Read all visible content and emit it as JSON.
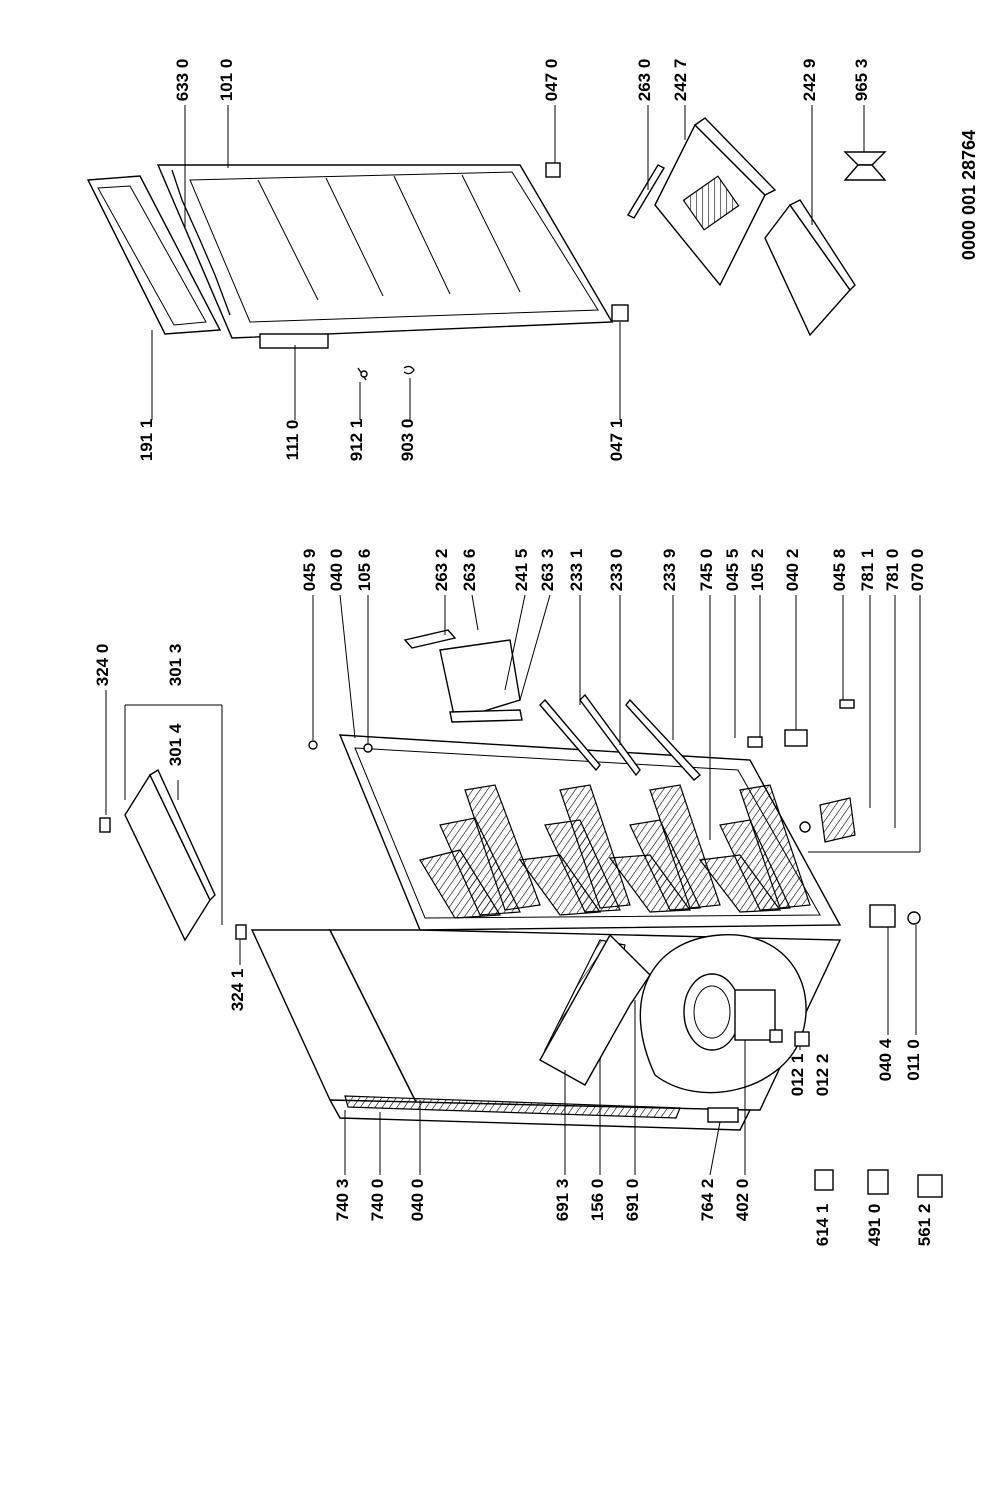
{
  "diagram": {
    "document_code": "0000 001 28764",
    "upper_labels": [
      {
        "id": "p6330",
        "text": "633 0"
      },
      {
        "id": "p1010",
        "text": "101 0"
      },
      {
        "id": "p1911",
        "text": "191 1"
      },
      {
        "id": "p1110",
        "text": "111 0"
      },
      {
        "id": "p9121",
        "text": "912 1"
      },
      {
        "id": "p9030",
        "text": "903 0"
      },
      {
        "id": "p0470",
        "text": "047 0"
      },
      {
        "id": "p0471",
        "text": "047 1"
      },
      {
        "id": "p2630",
        "text": "263 0"
      },
      {
        "id": "p2427",
        "text": "242 7"
      },
      {
        "id": "p2429",
        "text": "242 9"
      },
      {
        "id": "p9653",
        "text": "965 3"
      }
    ],
    "lower_labels": [
      {
        "id": "p3240",
        "text": "324 0"
      },
      {
        "id": "p3013",
        "text": "301 3"
      },
      {
        "id": "p3014",
        "text": "301 4"
      },
      {
        "id": "p3241",
        "text": "324 1"
      },
      {
        "id": "p0459",
        "text": "045 9"
      },
      {
        "id": "p0400a",
        "text": "040 0"
      },
      {
        "id": "p1056",
        "text": "105 6"
      },
      {
        "id": "p2632",
        "text": "263 2"
      },
      {
        "id": "p2636",
        "text": "263 6"
      },
      {
        "id": "p2415",
        "text": "241 5"
      },
      {
        "id": "p2633",
        "text": "263 3"
      },
      {
        "id": "p2331",
        "text": "233 1"
      },
      {
        "id": "p2330",
        "text": "233 0"
      },
      {
        "id": "p2339",
        "text": "233 9"
      },
      {
        "id": "p7450",
        "text": "745 0"
      },
      {
        "id": "p0455",
        "text": "045 5"
      },
      {
        "id": "p1052",
        "text": "105 2"
      },
      {
        "id": "p0402",
        "text": "040 2"
      },
      {
        "id": "p0458",
        "text": "045 8"
      },
      {
        "id": "p7811",
        "text": "781 1"
      },
      {
        "id": "p7810",
        "text": "781 0"
      },
      {
        "id": "p0700",
        "text": "070 0"
      },
      {
        "id": "p7403",
        "text": "740 3"
      },
      {
        "id": "p7400",
        "text": "740 0"
      },
      {
        "id": "p0400b",
        "text": "040 0"
      },
      {
        "id": "p6913",
        "text": "691 3"
      },
      {
        "id": "p1560",
        "text": "156 0"
      },
      {
        "id": "p6910",
        "text": "691 0"
      },
      {
        "id": "p7642",
        "text": "764 2"
      },
      {
        "id": "p4020",
        "text": "402 0"
      },
      {
        "id": "p0121",
        "text": "012 1"
      },
      {
        "id": "p0122",
        "text": "012 2"
      },
      {
        "id": "p0404",
        "text": "040 4"
      },
      {
        "id": "p0110",
        "text": "011 0"
      },
      {
        "id": "p6141",
        "text": "614 1"
      },
      {
        "id": "p4910",
        "text": "491 0"
      },
      {
        "id": "p5612",
        "text": "561 2"
      }
    ]
  }
}
